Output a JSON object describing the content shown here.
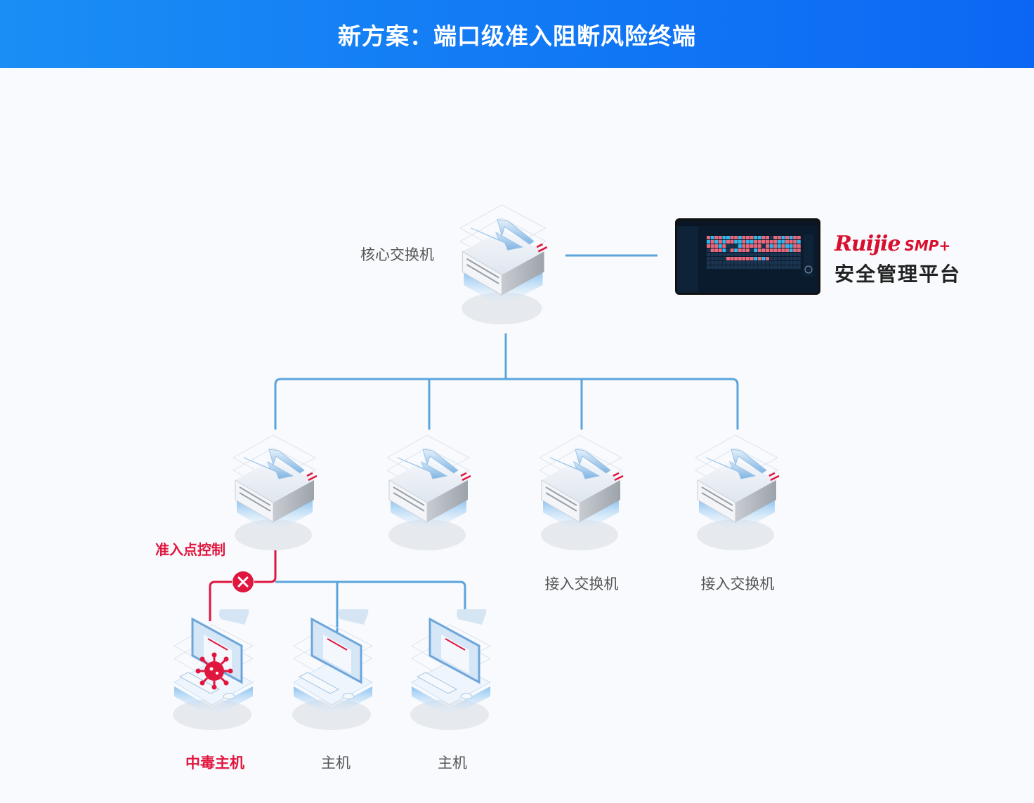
{
  "header": {
    "title": "新方案：端口级准入阻断风险终端"
  },
  "core_switch": {
    "label": "核心交换机"
  },
  "platform": {
    "brand": "Ruijie",
    "product": "SMP+",
    "subtitle": "安全管理平台",
    "screen_icon": "dashboard-screenshot"
  },
  "access_switches": [
    {
      "label": "",
      "status": "blocking"
    },
    {
      "label": "",
      "status": "normal"
    },
    {
      "label": "接入交换机",
      "status": "normal"
    },
    {
      "label": "接入交换机",
      "status": "normal"
    }
  ],
  "control_point": {
    "label": "准入点控制",
    "icon": "block-x-icon"
  },
  "hosts": [
    {
      "label": "中毒主机",
      "status": "infected",
      "icon": "virus-icon"
    },
    {
      "label": "主机",
      "status": "normal"
    },
    {
      "label": "主机",
      "status": "normal"
    }
  ],
  "colors": {
    "header_start": "#1a8ef5",
    "header_end": "#0b67f3",
    "link": "#5ba4dc",
    "alert": "#e0163f",
    "brand_red": "#d8102e"
  }
}
